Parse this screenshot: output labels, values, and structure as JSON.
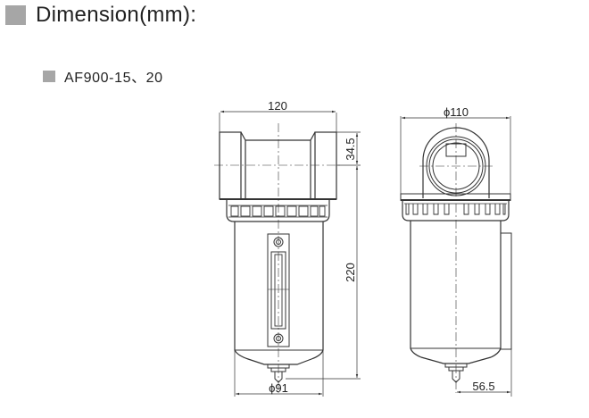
{
  "heading": {
    "label": "Dimension(mm):",
    "bullet_color": "#a6a6a6"
  },
  "subheading": {
    "label": "AF900-15、20",
    "bullet_color": "#a6a6a6"
  },
  "front_view": {
    "dim_width": "120",
    "dim_port_height": "34.5",
    "dim_total_height": "220",
    "dim_bowl_diameter": "ϕ91"
  },
  "side_view": {
    "dim_body_diameter": "ϕ110",
    "dim_drain_offset": "56.5"
  },
  "colors": {
    "line": "#333333",
    "text": "#222222"
  }
}
